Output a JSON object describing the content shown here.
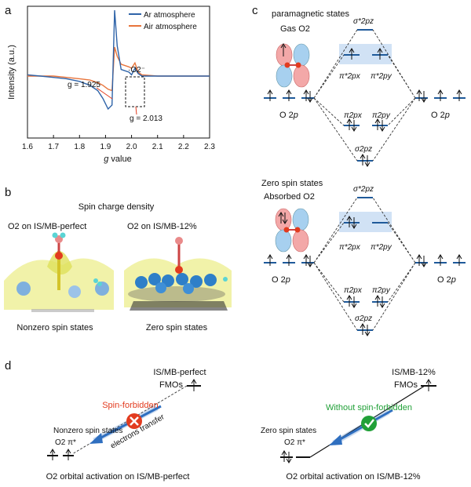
{
  "panels": {
    "a": "a",
    "b": "b",
    "c": "c",
    "d": "d"
  },
  "panel_a": {
    "ylabel": "Intensity (a.u.)",
    "xlabel_g": "g",
    "xlabel_rest": " value",
    "legend": [
      "Ar atmosphere",
      "Air atmosphere"
    ],
    "colors": {
      "ar": "#2e63a8",
      "air": "#e8743b"
    },
    "ann_g1": "g = 1.925",
    "ann_g2": "g = 2.013",
    "ann_o2": "·O2⁻"
  },
  "chart_data": {
    "type": "line",
    "xlabel": "g value",
    "ylabel": "Intensity (a.u.)",
    "xlim": [
      1.6,
      2.3
    ],
    "xticks": [
      "1.6",
      "1.7",
      "1.8",
      "1.9",
      "2.0",
      "2.1",
      "2.2",
      "2.3"
    ],
    "series": [
      {
        "name": "Ar atmosphere",
        "x": [
          1.6,
          1.65,
          1.7,
          1.75,
          1.8,
          1.84,
          1.87,
          1.89,
          1.91,
          1.925,
          1.935,
          1.945,
          1.96,
          1.99,
          2.0,
          2.013,
          2.025,
          2.04,
          2.1,
          2.2,
          2.3
        ],
        "y": [
          0.48,
          0.47,
          0.46,
          0.45,
          0.43,
          0.4,
          0.36,
          0.3,
          0.22,
          0.25,
          0.97,
          0.7,
          0.52,
          0.5,
          0.48,
          0.53,
          0.49,
          0.47,
          0.47,
          0.47,
          0.47
        ]
      },
      {
        "name": "Air atmosphere",
        "x": [
          1.6,
          1.65,
          1.7,
          1.75,
          1.8,
          1.84,
          1.87,
          1.89,
          1.91,
          1.925,
          1.935,
          1.945,
          1.96,
          1.99,
          2.0,
          2.013,
          2.025,
          2.04,
          2.1,
          2.2,
          2.3
        ],
        "y": [
          0.47,
          0.47,
          0.47,
          0.46,
          0.45,
          0.44,
          0.42,
          0.4,
          0.37,
          0.36,
          0.69,
          0.62,
          0.56,
          0.54,
          0.53,
          0.57,
          0.5,
          0.48,
          0.47,
          0.47,
          0.47
        ]
      }
    ]
  },
  "panel_b": {
    "title": "Spin charge density",
    "left_title": "O2 on IS/MB-perfect",
    "right_title": "O2 on IS/MB-12%",
    "left_caption": "Nonzero spin states",
    "right_caption": "Zero spin states"
  },
  "panel_c": {
    "top_title": "paramagnetic states",
    "top_sub": "Gas O2",
    "bottom_title": "Zero spin states",
    "bottom_sub": "Absorbed O2",
    "o2p": "O 2p",
    "sigma_star": "σ*2pz",
    "pi_star_x": "π*2px",
    "pi_star_y": "π*2py",
    "pi_x": "π2px",
    "pi_y": "π2py",
    "sigma": "σ2pz"
  },
  "panel_d": {
    "left_fmo_1": "IS/MB-perfect",
    "left_fmo_2": "FMOs",
    "spin_forbidden": "Spin-forbidden",
    "nonzero": "Nonzero spin states",
    "o2pi": "O2 π*",
    "electrons": "electrons transfer",
    "left_caption": "O2 orbital activation on IS/MB-perfect",
    "right_fmo_1": "IS/MB-12%",
    "right_fmo_2": "FMOs",
    "without": "Without spin-forbidden",
    "zero": "Zero spin states",
    "right_caption": "O2 orbital activation on IS/MB-12%",
    "colors": {
      "red": "#e23b1f",
      "green": "#21a038",
      "blue": "#2f6fc0"
    }
  }
}
